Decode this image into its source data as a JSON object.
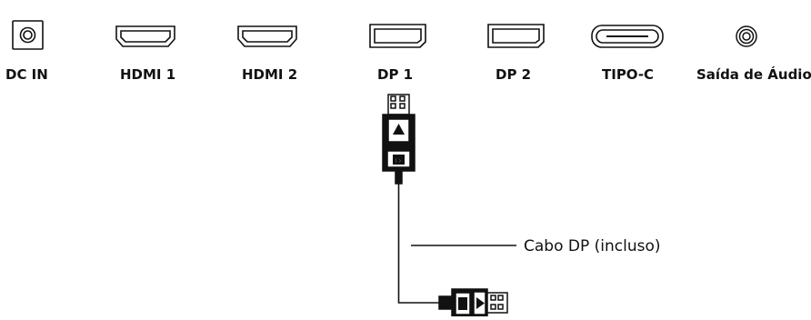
{
  "ports": [
    {
      "id": "dc-in",
      "label": "DC IN",
      "icon": "dc-jack-icon"
    },
    {
      "id": "hdmi-1",
      "label": "HDMI 1",
      "icon": "hdmi-port-icon"
    },
    {
      "id": "hdmi-2",
      "label": "HDMI 2",
      "icon": "hdmi-port-icon"
    },
    {
      "id": "dp-1",
      "label": "DP 1",
      "icon": "displayport-icon"
    },
    {
      "id": "dp-2",
      "label": "DP 2",
      "icon": "displayport-icon"
    },
    {
      "id": "tipo-c",
      "label": "TIPO-C",
      "icon": "usb-c-port-icon"
    },
    {
      "id": "audio-out",
      "label": "Saída de Áudio",
      "icon": "audio-jack-icon"
    }
  ],
  "cable": {
    "label": "Cabo DP (incluso)",
    "icon": "displayport-cable-icon"
  },
  "colors": {
    "line": "#111111",
    "background": "#ffffff"
  }
}
